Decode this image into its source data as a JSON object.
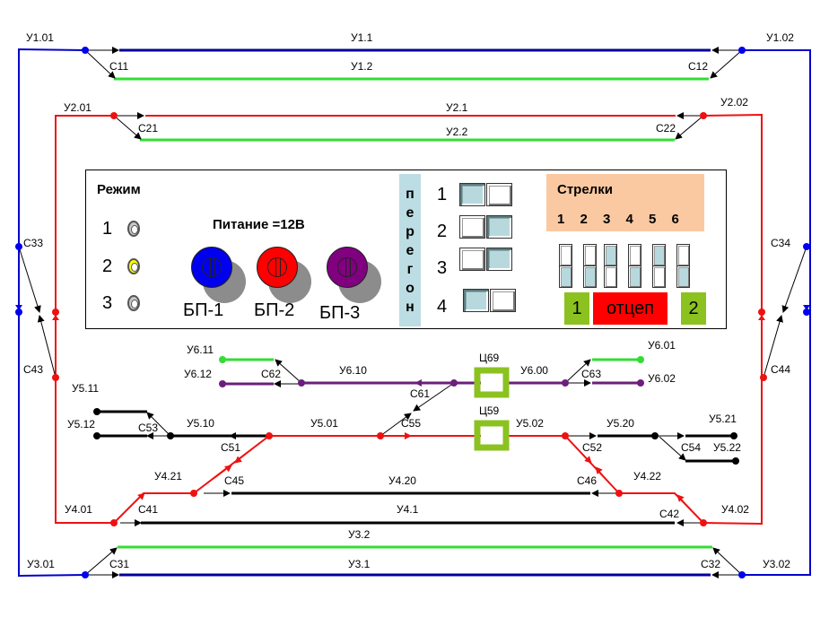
{
  "colors": {
    "track1": "#0000cc",
    "track2": "#ee1111",
    "track_green": "#33dd33",
    "track_purple": "#6b1f7a",
    "track_black": "#000000",
    "signal_block": "#8bc220",
    "switch_panel_bg": "#fbc9a1",
    "peregon_bg": "#bcdde3",
    "otcep_bg": "#ff0000",
    "cell_on": "#b7d9de"
  },
  "track_labels": {
    "u1_01": "У1.01",
    "u1_02": "У1.02",
    "u1_1": "У1.1",
    "u1_2": "У1.2",
    "c11": "С11",
    "c12": "С12",
    "u2_01": "У2.01",
    "u2_02": "У2.02",
    "u2_1": "У2.1",
    "u2_2": "У2.2",
    "c21": "С21",
    "c22": "С22",
    "c33": "С33",
    "c34": "С34",
    "c43": "С43",
    "c44": "С44",
    "u5_11": "У5.11",
    "u5_12": "У5.12",
    "u5_10": "У5.10",
    "u5_01": "У5.01",
    "u5_02": "У5.02",
    "u5_20": "У5.20",
    "u5_21": "У5.21",
    "u5_22": "У5.22",
    "c51": "С51",
    "c52": "С52",
    "c53": "С53",
    "c54": "С54",
    "c55": "С55",
    "u6_11": "У6.11",
    "u6_12": "У6.12",
    "u6_10": "У6.10",
    "u6_00": "У6.00",
    "u6_01": "У6.01",
    "u6_02": "У6.02",
    "c61": "С61",
    "c62": "С62",
    "c63": "С63",
    "ts69": "Ц69",
    "ts59": "Ц59",
    "u4_21": "У4.21",
    "u4_22": "У4.22",
    "u4_20": "У4.20",
    "u4_1": "У4.1",
    "u4_01": "У4.01",
    "u4_02": "У4.02",
    "c41": "С41",
    "c42": "С42",
    "c45": "С45",
    "c46": "С46",
    "u3_2": "У3.2",
    "u3_1": "У3.1",
    "u3_01": "У3.01",
    "u3_02": "У3.02",
    "c31": "С31",
    "c32": "С32"
  },
  "panel": {
    "mode": {
      "title": "Режим",
      "options": [
        {
          "label": "1",
          "active": false
        },
        {
          "label": "2",
          "active": true
        },
        {
          "label": "3",
          "active": false
        }
      ]
    },
    "power": {
      "title": "Питание =12В",
      "units": [
        {
          "label": "БП-1",
          "color": "#0000ee"
        },
        {
          "label": "БП-2",
          "color": "#ff0000"
        },
        {
          "label": "БП-3",
          "color": "#800080"
        }
      ]
    },
    "peregon": {
      "letters": [
        "п",
        "е",
        "р",
        "е",
        "г",
        "о",
        "н"
      ],
      "routes": [
        {
          "label": "1",
          "state": [
            true,
            false
          ]
        },
        {
          "label": "2",
          "state": [
            false,
            true
          ]
        },
        {
          "label": "3",
          "state": [
            false,
            true
          ]
        },
        {
          "label": "4",
          "state": [
            true,
            false
          ]
        }
      ]
    },
    "switches": {
      "title": "Стрелки",
      "numbers": [
        "1",
        "2",
        "3",
        "4",
        "5",
        "6"
      ],
      "states": [
        {
          "top": false,
          "bottom": true
        },
        {
          "top": false,
          "bottom": true
        },
        {
          "top": true,
          "bottom": false
        },
        {
          "top": false,
          "bottom": true
        },
        {
          "top": true,
          "bottom": false
        },
        {
          "top": false,
          "bottom": true
        }
      ],
      "btn_left": "1",
      "btn_otcep": "отцеп",
      "btn_right": "2"
    }
  }
}
